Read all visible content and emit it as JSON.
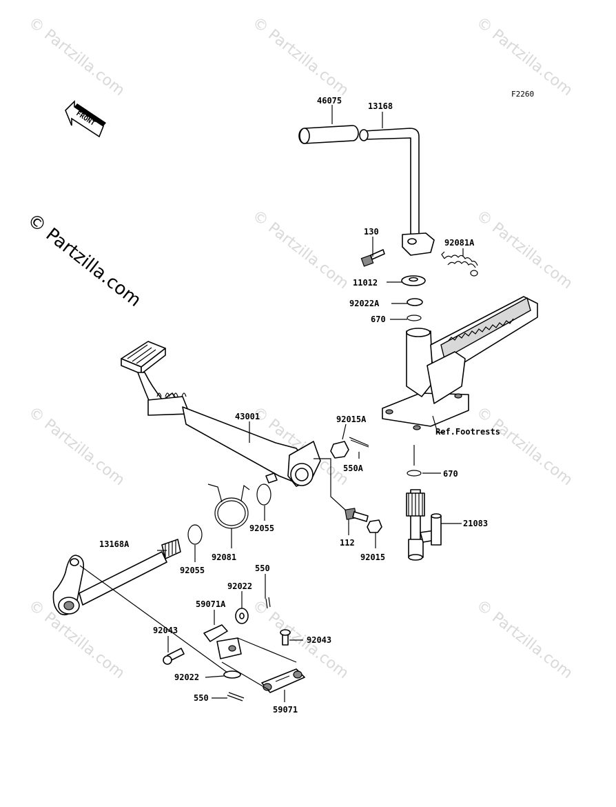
{
  "diagram": {
    "figure_code": "F2260",
    "copyright": "© Partzilla.com",
    "watermark": "© Partzilla.com",
    "front_label": "FRONT",
    "reference_note": "Ref.Footrests"
  },
  "parts": [
    {
      "number": "46075"
    },
    {
      "number": "13168"
    },
    {
      "number": "130"
    },
    {
      "number": "92081A"
    },
    {
      "number": "11012"
    },
    {
      "number": "92022A"
    },
    {
      "number": "670"
    },
    {
      "number": "43001"
    },
    {
      "number": "92015A"
    },
    {
      "number": "550A"
    },
    {
      "number": "670"
    },
    {
      "number": "21083"
    },
    {
      "number": "92055"
    },
    {
      "number": "92081"
    },
    {
      "number": "92055"
    },
    {
      "number": "112"
    },
    {
      "number": "92015"
    },
    {
      "number": "13168A"
    },
    {
      "number": "550"
    },
    {
      "number": "92022"
    },
    {
      "number": "59071A"
    },
    {
      "number": "92043"
    },
    {
      "number": "92043"
    },
    {
      "number": "92022"
    },
    {
      "number": "550"
    },
    {
      "number": "59071"
    }
  ]
}
